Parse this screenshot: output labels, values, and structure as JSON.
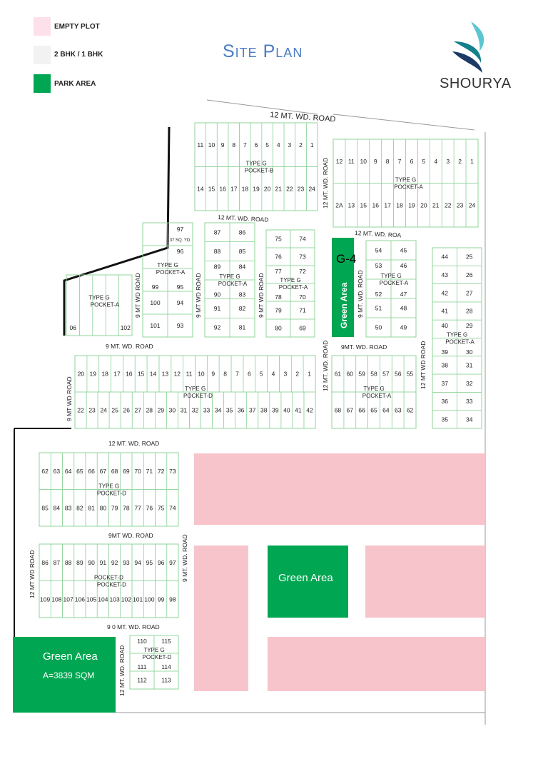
{
  "legend": [
    {
      "label": "EMPTY PLOT",
      "color": "#fde0ea"
    },
    {
      "label": "2 BHK / 1 BHK",
      "color": "#f2f2f2"
    },
    {
      "label": "PARK AREA",
      "color": "#00a651"
    }
  ],
  "title": "Site Plan",
  "brand": {
    "name": "SHOURYA",
    "logo_colors": [
      "#5bc6d0",
      "#13808a",
      "#1b3a66"
    ]
  },
  "colors": {
    "plot_line": "#8fd49a",
    "empty_plot": "#f7c4cb",
    "park": "#00a651",
    "boundary": "#111111"
  },
  "roads": [
    "12 MT. WD.  ROAD",
    "12 MT. WD. ROAD",
    "12 MT. WD. ROAD",
    "12 MT. WD. ROA",
    "9 MT WD ROAD",
    "9 MT WD ROAD",
    "9 MT  WD  ROAD",
    "9 MT. WD. ROAD",
    "9 MT. WD. ROAD",
    "9MT. WD. ROAD",
    "12 MT. WD. ROAD",
    "12 MT  WD  ROAD",
    "9 MT  WD  ROAD",
    "12 MT. WD. ROAD",
    "9MT  WD. ROAD",
    "12 MT  WD  ROAD",
    "9 MT. WD. ROAD",
    "9 0 MT. WD. ROAD",
    "12 MT. WD. ROAD"
  ],
  "blocks": [
    {
      "id": "pocket-b",
      "type": "TYPE G",
      "pocket": "POCKET-B",
      "rows": [
        [
          "11",
          "10",
          "9",
          "8",
          "7",
          "6",
          "5",
          "4",
          "3",
          "2",
          "1"
        ],
        [
          "14",
          "15",
          "16",
          "17",
          "18",
          "19",
          "20",
          "21",
          "22",
          "23",
          "24"
        ]
      ]
    },
    {
      "id": "pocket-a-top-right",
      "type": "TYPE G",
      "pocket": "POCKET-A",
      "rows": [
        [
          "12",
          "11",
          "10",
          "9",
          "8",
          "7",
          "6",
          "5",
          "4",
          "3",
          "2",
          "1"
        ],
        [
          "2A",
          "13",
          "15",
          "16",
          "17",
          "18",
          "19",
          "20",
          "21",
          "22",
          "23",
          "24"
        ]
      ]
    },
    {
      "id": "pocket-a-left",
      "type": "TYPE G",
      "pocket": "POCKET-A",
      "rows": [
        [
          "06",
          "",
          "",
          "",
          "102"
        ]
      ]
    },
    {
      "id": "pocket-a-93",
      "type": "TYPE G",
      "pocket": "POCKET-A",
      "rows": [
        [
          "",
          "97"
        ],
        [
          "",
          "96"
        ],
        [
          "99",
          "95"
        ],
        [
          "100",
          "94"
        ],
        [
          "101",
          "93"
        ]
      ],
      "note": ".37 SQ. YD."
    },
    {
      "id": "pocket-a-81",
      "type": "TYPE G",
      "pocket": "POCKET-A",
      "rows": [
        [
          "87",
          "86"
        ],
        [
          "88",
          "85"
        ],
        [
          "89",
          "84"
        ],
        [
          "90",
          "83"
        ],
        [
          "91",
          "82"
        ],
        [
          "92",
          "81"
        ]
      ]
    },
    {
      "id": "pocket-a-69",
      "type": "TYPE G",
      "pocket": "POCKET-A",
      "rows": [
        [
          "75",
          "74"
        ],
        [
          "76",
          "73"
        ],
        [
          "77",
          "72"
        ],
        [
          "78",
          "70"
        ],
        [
          "79",
          "71"
        ],
        [
          "80",
          "69"
        ]
      ]
    },
    {
      "id": "pocket-a-45",
      "type": "TYPE G",
      "pocket": "POCKET-A",
      "rows": [
        [
          "54",
          "45"
        ],
        [
          "53",
          "46"
        ],
        [
          "52",
          "47"
        ],
        [
          "51",
          "48"
        ],
        [
          "50",
          "49"
        ]
      ]
    },
    {
      "id": "pocket-a-25",
      "type": "TYPE G",
      "pocket": "POCKET-A",
      "rows": [
        [
          "44",
          "25"
        ],
        [
          "43",
          "26"
        ],
        [
          "42",
          "27"
        ],
        [
          "41",
          "28"
        ],
        [
          "40",
          "29"
        ],
        [
          "39",
          "30"
        ],
        [
          "38",
          "31"
        ],
        [
          "37",
          "32"
        ],
        [
          "36",
          "33"
        ],
        [
          "35",
          "34"
        ]
      ]
    },
    {
      "id": "pocket-d-mid",
      "type": "TYPE G",
      "pocket": "POCKET-D",
      "rows": [
        [
          "20",
          "19",
          "18",
          "17",
          "16",
          "15",
          "14",
          "13",
          "12",
          "11",
          "10",
          "9",
          "8",
          "7",
          "6",
          "5",
          "4",
          "3",
          "2",
          "1"
        ],
        [
          "22",
          "23",
          "24",
          "25",
          "26",
          "27",
          "28",
          "29",
          "30",
          "31",
          "32",
          "33",
          "34",
          "35",
          "36",
          "37",
          "38",
          "39",
          "40",
          "41",
          "42"
        ]
      ]
    },
    {
      "id": "pocket-a-55",
      "type": "TYPE G",
      "pocket": "POCKET-A",
      "rows": [
        [
          "61",
          "60",
          "59",
          "58",
          "57",
          "56",
          "55"
        ],
        [
          "68",
          "67",
          "66",
          "65",
          "64",
          "63",
          "62"
        ]
      ]
    },
    {
      "id": "pocket-d-62",
      "type": "TYPE G",
      "pocket": "POCKET-D",
      "rows": [
        [
          "62",
          "63",
          "64",
          "65",
          "66",
          "67",
          "68",
          "69",
          "70",
          "71",
          "72",
          "73"
        ],
        [
          "85",
          "84",
          "83",
          "82",
          "81",
          "80",
          "79",
          "78",
          "77",
          "76",
          "75",
          "74"
        ]
      ]
    },
    {
      "id": "pocket-d-86",
      "type": "POCKET-D",
      "pocket": "POCKET-D",
      "rows": [
        [
          "86",
          "87",
          "88",
          "89",
          "90",
          "91",
          "92",
          "93",
          "94",
          "95",
          "96",
          "97"
        ],
        [
          "109",
          "108",
          "107",
          "106",
          "105",
          "104",
          "103",
          "102",
          "101",
          "100",
          "99",
          "98"
        ]
      ]
    },
    {
      "id": "pocket-d-110",
      "type": "TYPE G",
      "pocket": "POCKET-D",
      "rows": [
        [
          "110",
          "115"
        ],
        [
          "111",
          "114"
        ],
        [
          "112",
          "113"
        ]
      ]
    }
  ],
  "green_areas": [
    {
      "label": "G-4",
      "sub": "Green Area"
    },
    {
      "label": "Green Area"
    },
    {
      "label": "Green Area",
      "sub": "A=3839 SQM"
    }
  ]
}
